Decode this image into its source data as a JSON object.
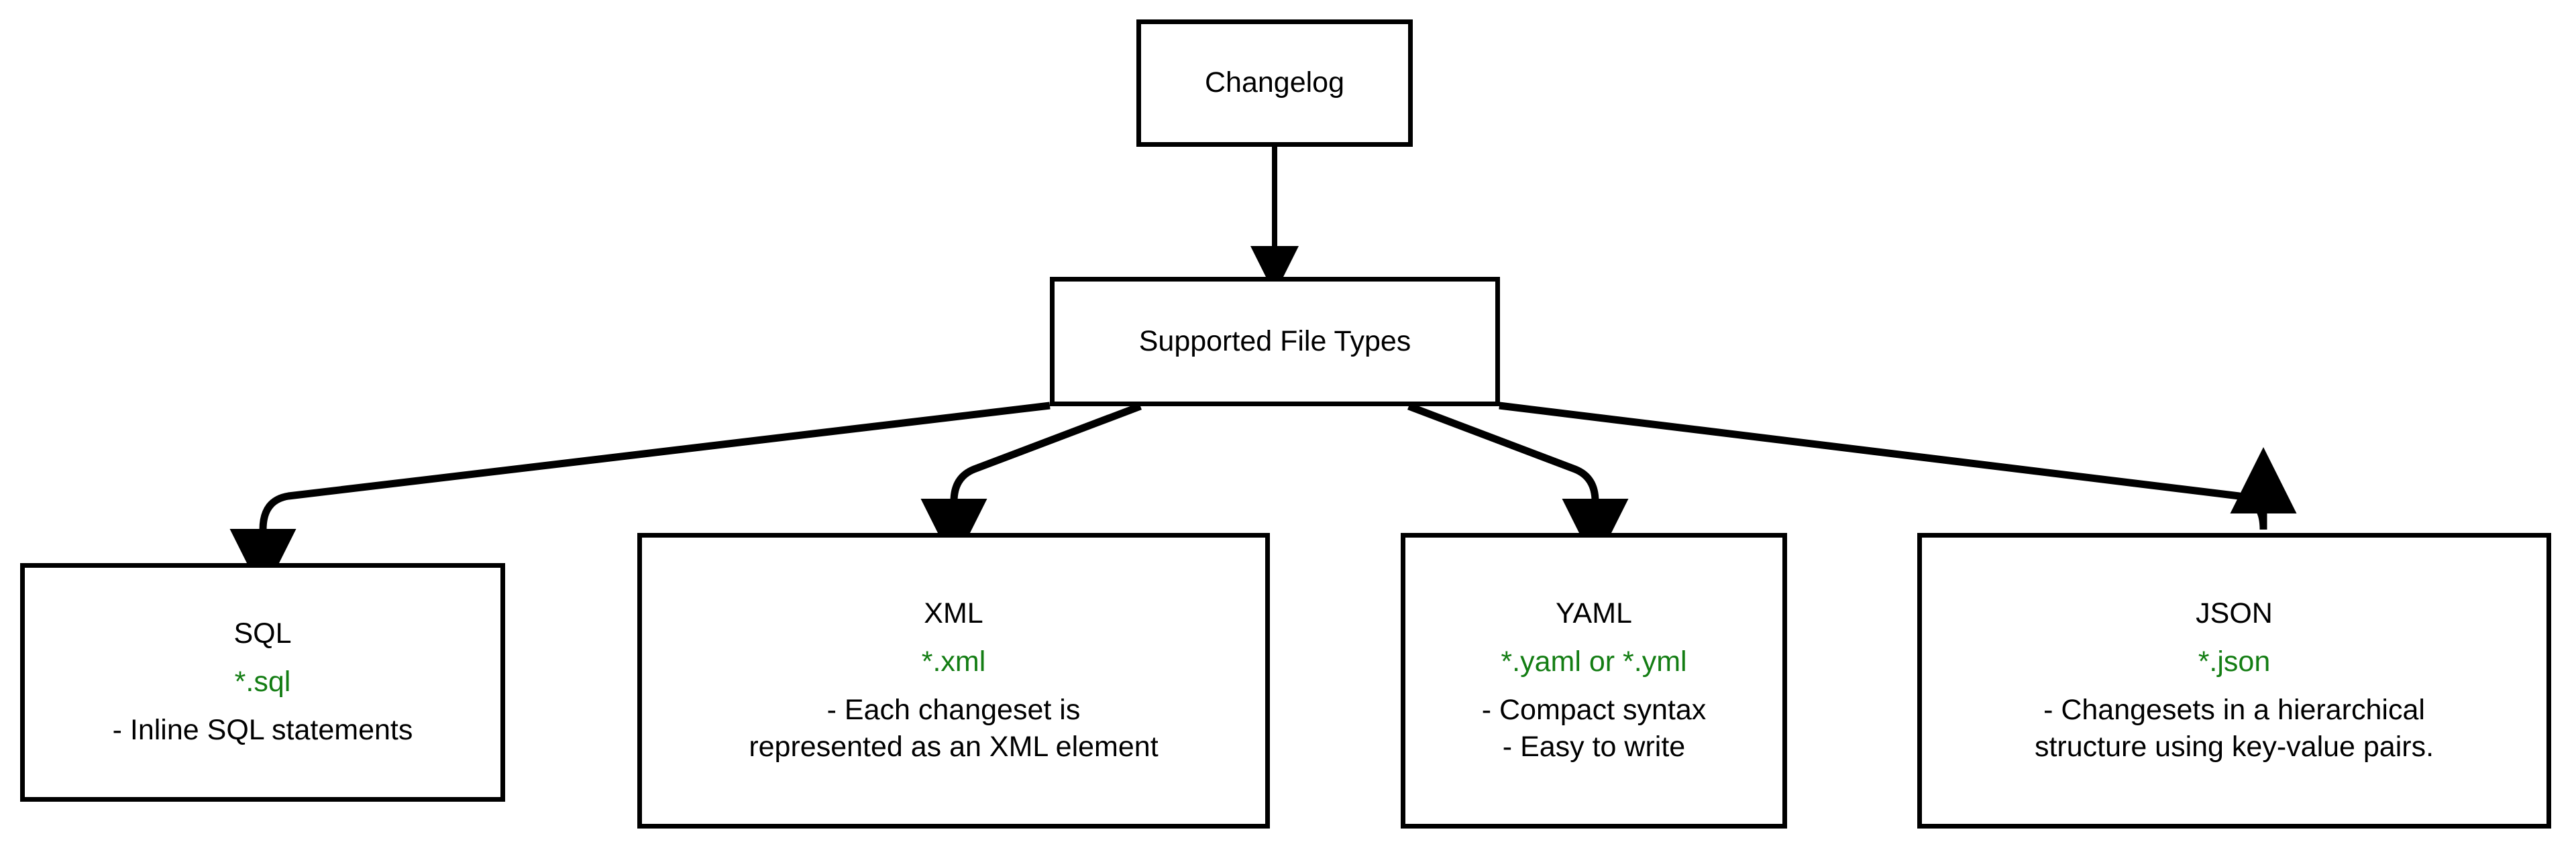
{
  "diagram": {
    "type": "flowchart",
    "direction": "top-down",
    "background_color": "#ffffff",
    "node_border_color": "#000000",
    "node_fill_color": "#ffffff",
    "text_color": "#000000",
    "extension_text_color": "#137d13",
    "edge_color": "#000000",
    "root": {
      "id": "changelog",
      "label": "Changelog"
    },
    "intermediate": {
      "id": "supported-file-types",
      "label": "Supported File Types"
    },
    "leaves": [
      {
        "id": "sql",
        "title": "SQL",
        "extension": "*.sql",
        "description_lines": [
          "- Inline SQL statements"
        ]
      },
      {
        "id": "xml",
        "title": "XML",
        "extension": "*.xml",
        "description_lines": [
          "- Each changeset is",
          "represented as an XML element"
        ]
      },
      {
        "id": "yaml",
        "title": "YAML",
        "extension": "*.yaml or *.yml",
        "description_lines": [
          "- Compact syntax",
          "- Easy to write"
        ]
      },
      {
        "id": "json",
        "title": "JSON",
        "extension": "*.json",
        "description_lines": [
          "- Changesets in a hierarchical",
          "structure using key-value pairs."
        ]
      }
    ],
    "edges": [
      {
        "from": "changelog",
        "to": "supported-file-types",
        "arrow": "filled-triangle"
      },
      {
        "from": "supported-file-types",
        "to": "sql",
        "arrow": "filled-triangle"
      },
      {
        "from": "supported-file-types",
        "to": "xml",
        "arrow": "filled-triangle"
      },
      {
        "from": "supported-file-types",
        "to": "yaml",
        "arrow": "filled-triangle"
      },
      {
        "from": "supported-file-types",
        "to": "json",
        "arrow": "filled-triangle"
      }
    ]
  }
}
